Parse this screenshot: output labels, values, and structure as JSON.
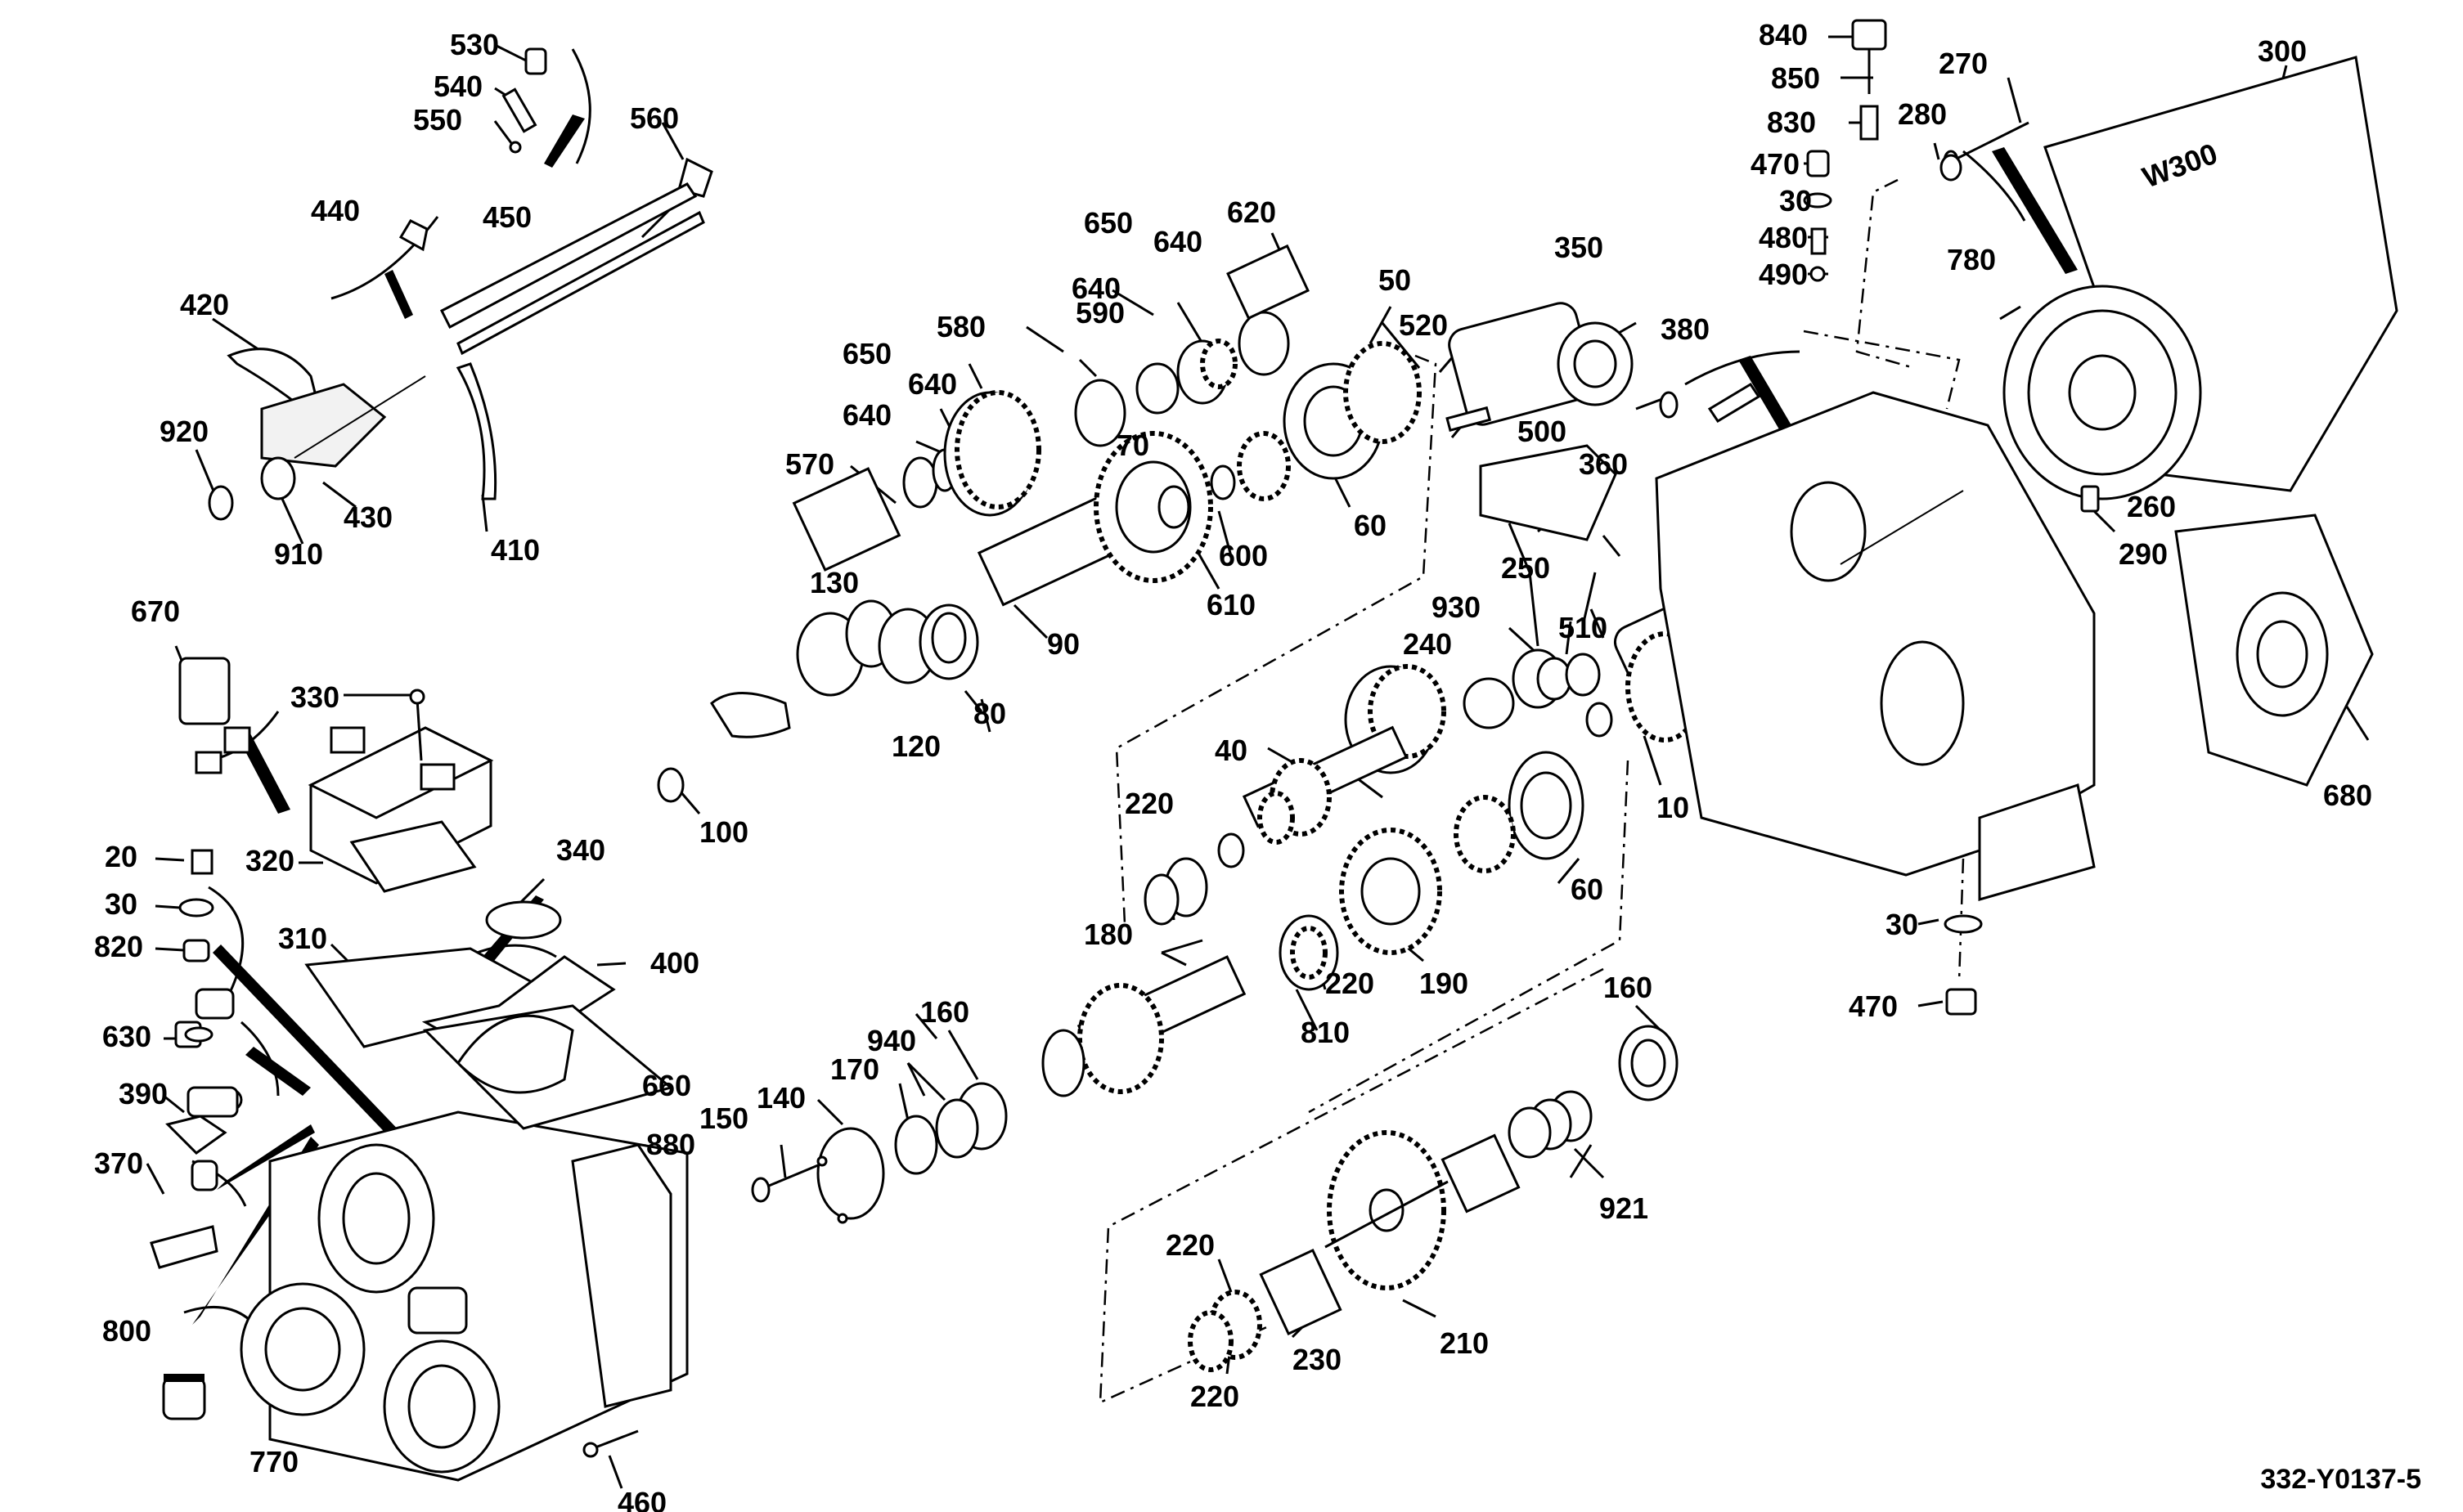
{
  "drawing_code": "332-Y0137-5",
  "callouts": [
    {
      "id": "c530",
      "text": "530"
    },
    {
      "id": "c540",
      "text": "540"
    },
    {
      "id": "c550",
      "text": "550"
    },
    {
      "id": "c560",
      "text": "560"
    },
    {
      "id": "c440",
      "text": "440"
    },
    {
      "id": "c450",
      "text": "450"
    },
    {
      "id": "c420",
      "text": "420"
    },
    {
      "id": "c920",
      "text": "920"
    },
    {
      "id": "c910",
      "text": "910"
    },
    {
      "id": "c430",
      "text": "430"
    },
    {
      "id": "c410",
      "text": "410"
    },
    {
      "id": "c670",
      "text": "670"
    },
    {
      "id": "c330",
      "text": "330"
    },
    {
      "id": "c20",
      "text": "20"
    },
    {
      "id": "c320",
      "text": "320"
    },
    {
      "id": "c340",
      "text": "340"
    },
    {
      "id": "c30a",
      "text": "30"
    },
    {
      "id": "c820",
      "text": "820"
    },
    {
      "id": "c310",
      "text": "310"
    },
    {
      "id": "c400",
      "text": "400"
    },
    {
      "id": "c630",
      "text": "630"
    },
    {
      "id": "c660",
      "text": "660"
    },
    {
      "id": "c390",
      "text": "390"
    },
    {
      "id": "c880",
      "text": "880"
    },
    {
      "id": "c370",
      "text": "370"
    },
    {
      "id": "c800",
      "text": "800"
    },
    {
      "id": "c770",
      "text": "770"
    },
    {
      "id": "c460",
      "text": "460"
    },
    {
      "id": "c650a",
      "text": "650"
    },
    {
      "id": "c640a",
      "text": "640"
    },
    {
      "id": "c620",
      "text": "620"
    },
    {
      "id": "c640b",
      "text": "640"
    },
    {
      "id": "c590",
      "text": "590"
    },
    {
      "id": "c580",
      "text": "580"
    },
    {
      "id": "c50",
      "text": "50"
    },
    {
      "id": "c650b",
      "text": "650"
    },
    {
      "id": "c640c",
      "text": "640"
    },
    {
      "id": "c640d",
      "text": "640"
    },
    {
      "id": "c570",
      "text": "570"
    },
    {
      "id": "c70",
      "text": "70"
    },
    {
      "id": "c60a",
      "text": "60"
    },
    {
      "id": "c600",
      "text": "600"
    },
    {
      "id": "c610",
      "text": "610"
    },
    {
      "id": "c90",
      "text": "90"
    },
    {
      "id": "c130",
      "text": "130"
    },
    {
      "id": "c80",
      "text": "80"
    },
    {
      "id": "c120",
      "text": "120"
    },
    {
      "id": "c100",
      "text": "100"
    },
    {
      "id": "c350",
      "text": "350"
    },
    {
      "id": "c520",
      "text": "520"
    },
    {
      "id": "c380",
      "text": "380"
    },
    {
      "id": "c500",
      "text": "500"
    },
    {
      "id": "c360",
      "text": "360"
    },
    {
      "id": "c510",
      "text": "510"
    },
    {
      "id": "c250",
      "text": "250"
    },
    {
      "id": "c930",
      "text": "930"
    },
    {
      "id": "c240",
      "text": "240"
    },
    {
      "id": "c40",
      "text": "40"
    },
    {
      "id": "c220a",
      "text": "220"
    },
    {
      "id": "c10",
      "text": "10"
    },
    {
      "id": "c60b",
      "text": "60"
    },
    {
      "id": "c180",
      "text": "180"
    },
    {
      "id": "c220b",
      "text": "220"
    },
    {
      "id": "c190",
      "text": "190"
    },
    {
      "id": "c810",
      "text": "810"
    },
    {
      "id": "c160a",
      "text": "160"
    },
    {
      "id": "c940",
      "text": "940"
    },
    {
      "id": "c170",
      "text": "170"
    },
    {
      "id": "c140",
      "text": "140"
    },
    {
      "id": "c150",
      "text": "150"
    },
    {
      "id": "c160b",
      "text": "160"
    },
    {
      "id": "c921",
      "text": "921"
    },
    {
      "id": "c220c",
      "text": "220"
    },
    {
      "id": "c230",
      "text": "230"
    },
    {
      "id": "c210",
      "text": "210"
    },
    {
      "id": "c220d",
      "text": "220"
    },
    {
      "id": "c840",
      "text": "840"
    },
    {
      "id": "c850",
      "text": "850"
    },
    {
      "id": "c830",
      "text": "830"
    },
    {
      "id": "c270",
      "text": "270"
    },
    {
      "id": "c300",
      "text": "300"
    },
    {
      "id": "c280",
      "text": "280"
    },
    {
      "id": "c470a",
      "text": "470"
    },
    {
      "id": "c30b",
      "text": "30"
    },
    {
      "id": "c480",
      "text": "480"
    },
    {
      "id": "c490",
      "text": "490"
    },
    {
      "id": "c780",
      "text": "780"
    },
    {
      "id": "c260",
      "text": "260"
    },
    {
      "id": "c290",
      "text": "290"
    },
    {
      "id": "c680",
      "text": "680"
    },
    {
      "id": "c30c",
      "text": "30"
    },
    {
      "id": "c470b",
      "text": "470"
    }
  ],
  "housing_marking": "W300"
}
